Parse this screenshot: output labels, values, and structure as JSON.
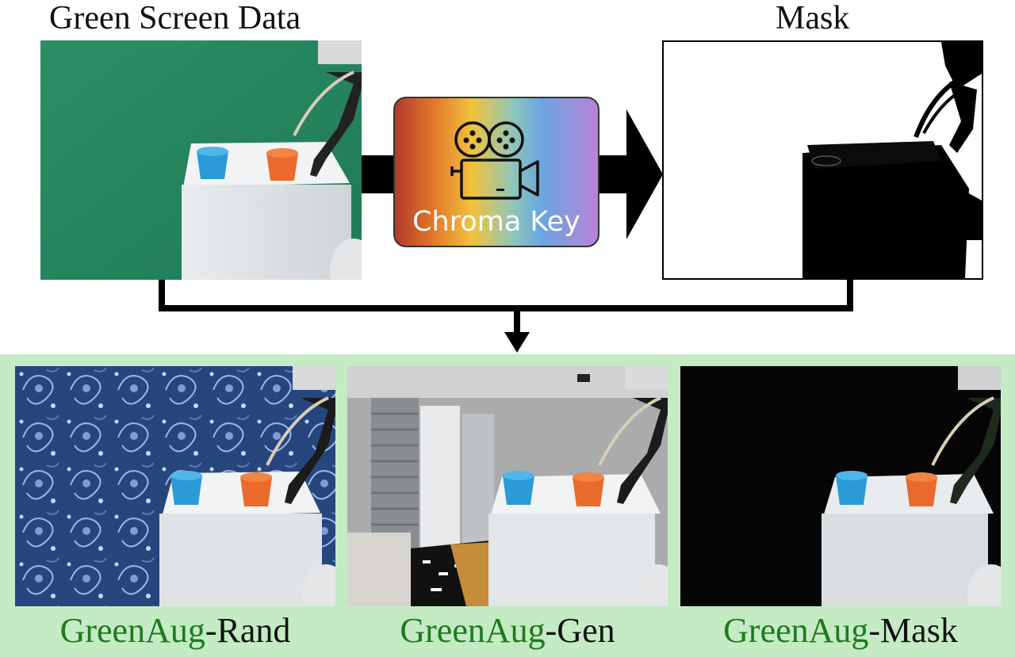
{
  "top": {
    "left_title": "Green Screen Data",
    "right_title": "Mask",
    "process_label": "Chroma Key",
    "process_icon": "film-camera-icon"
  },
  "captions": [
    {
      "accent": "GreenAug",
      "suffix": "-Rand"
    },
    {
      "accent": "GreenAug",
      "suffix": "-Gen"
    },
    {
      "accent": "GreenAug",
      "suffix": "-Mask"
    }
  ],
  "colors": {
    "accent_green": "#1e7a1e",
    "band_green": "#c4ebc4",
    "screen_green": "#2f8f66"
  }
}
